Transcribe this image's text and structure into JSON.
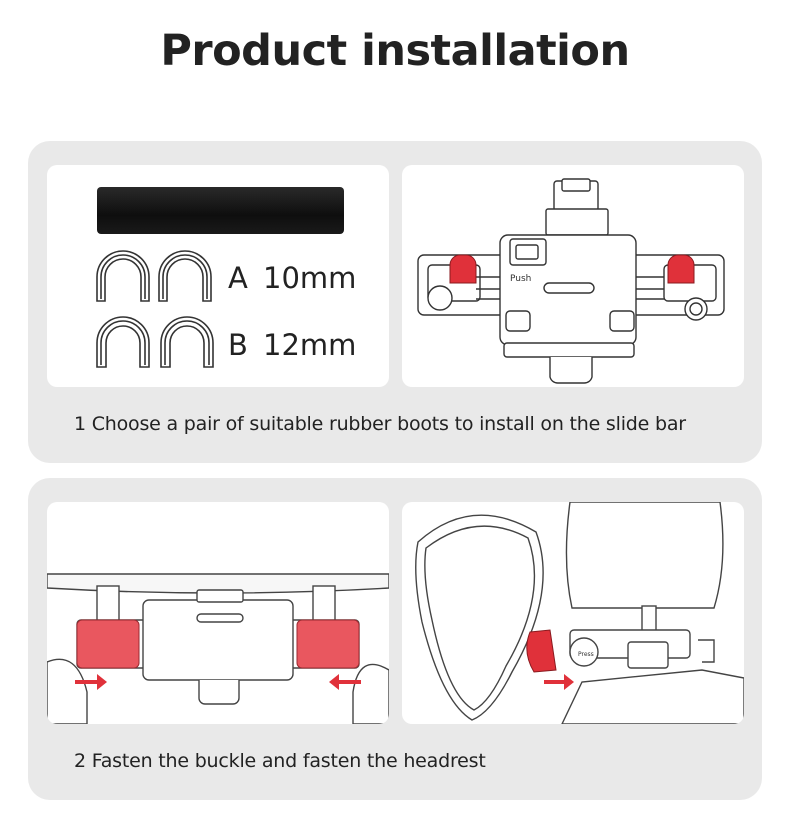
{
  "page": {
    "title": "Product installation"
  },
  "step1": {
    "caption": "1  Choose a pair of suitable rubber boots to install on the slide bar",
    "sizes": [
      {
        "letter": "A",
        "value": "10mm"
      },
      {
        "letter": "B",
        "value": "12mm"
      }
    ],
    "mount_label": "Push"
  },
  "step2": {
    "caption": "2  Fasten the buckle and fasten the headrest",
    "mount_label": "Press"
  },
  "colors": {
    "accent_red": "#e0313a",
    "boot_red": "#e9575f",
    "section_bg": "#e9e9e9"
  }
}
